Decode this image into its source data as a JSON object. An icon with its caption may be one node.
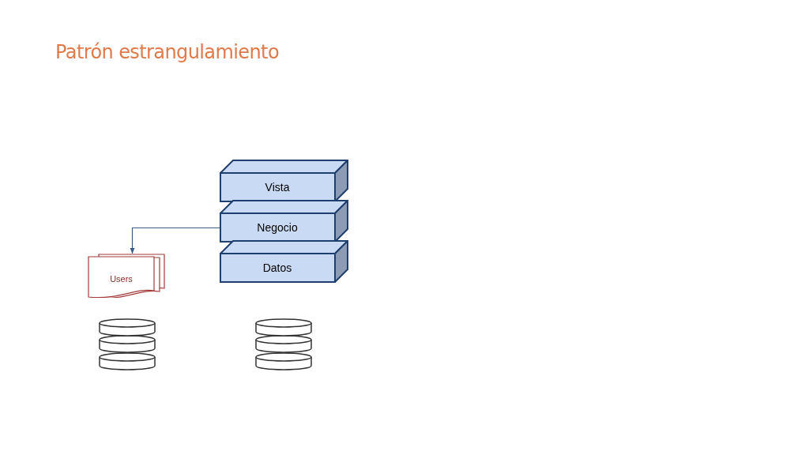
{
  "diagram": {
    "title": "Patrón estrangulamiento",
    "nodes": [
      {
        "text": [
          "Vista"
        ]
      },
      {
        "text": [
          "Negocio"
        ]
      },
      {
        "text": [
          "Datos"
        ]
      },
      {
        "text": [
          "Users"
        ]
      },
      {
        "text": [],
        "shape": "cylinder"
      },
      {
        "text": [],
        "shape": "cylinder"
      }
    ],
    "edges": [
      {
        "from": 1,
        "to": 3,
        "arrow": "to"
      }
    ]
  }
}
